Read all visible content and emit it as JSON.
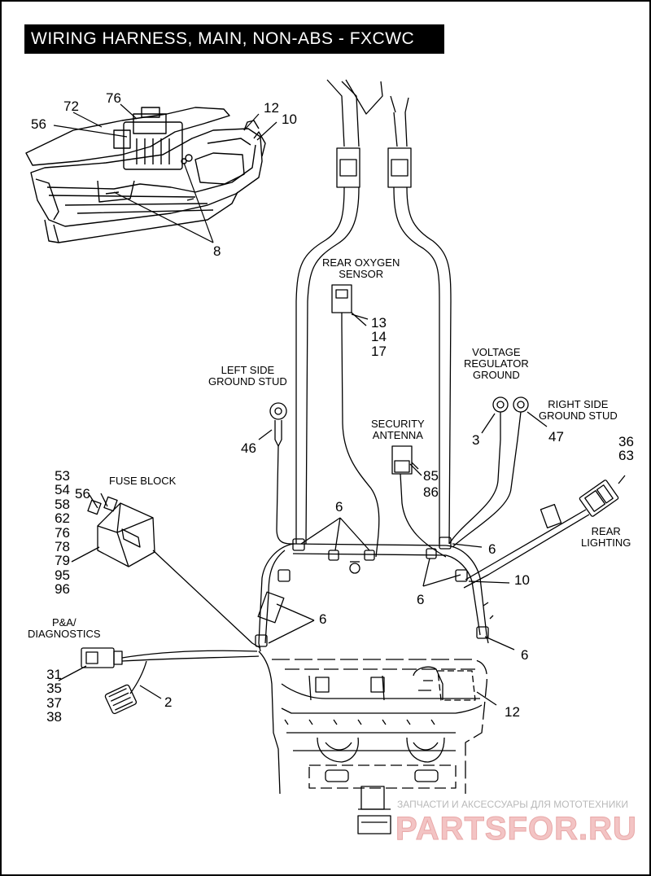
{
  "title": "WIRING HARNESS, MAIN, NON-ABS - FXCWC",
  "labels": {
    "rear_oxygen_sensor": [
      "REAR OXYGEN",
      "SENSOR"
    ],
    "left_side_ground_stud": [
      "LEFT SIDE",
      "GROUND STUD"
    ],
    "voltage_regulator_ground": [
      "VOLTAGE",
      "REGULATOR",
      "GROUND"
    ],
    "right_side_ground_stud": [
      "RIGHT SIDE",
      "GROUND STUD"
    ],
    "security_antenna": [
      "SECURITY",
      "ANTENNA"
    ],
    "fuse_block": "FUSE BLOCK",
    "rear_lighting": [
      "REAR",
      "LIGHTING"
    ],
    "pa_diagnostics": [
      "P&A/",
      "DIAGNOSTICS"
    ]
  },
  "callouts": {
    "c72": "72",
    "c76": "76",
    "c56_top": "56",
    "c12_top": "12",
    "c10_top": "10",
    "c8": "8",
    "oxygen_parts": [
      "13",
      "14",
      "17"
    ],
    "c46": "46",
    "c3": "3",
    "c47": "47",
    "c36_63": [
      "36",
      "63"
    ],
    "c85": "85",
    "c86": "86",
    "fuse_parts": [
      "53",
      "54",
      "58",
      "62",
      "76",
      "78",
      "79",
      "95",
      "96"
    ],
    "c56_fuse": "56",
    "c6_top": "6",
    "c6_right": "6",
    "c6_mid": "6",
    "c6_left": "6",
    "c6_lower_right": "6",
    "c10_right": "10",
    "diag_parts": [
      "31",
      "35",
      "37",
      "38"
    ],
    "c2": "2",
    "c12_bottom": "12"
  },
  "watermark": {
    "tagline": "ЗАПЧАСТИ И АКСЕССУАРЫ ДЛЯ МОТОТЕХНИКИ",
    "logo": "PARTSFOR.RU"
  }
}
